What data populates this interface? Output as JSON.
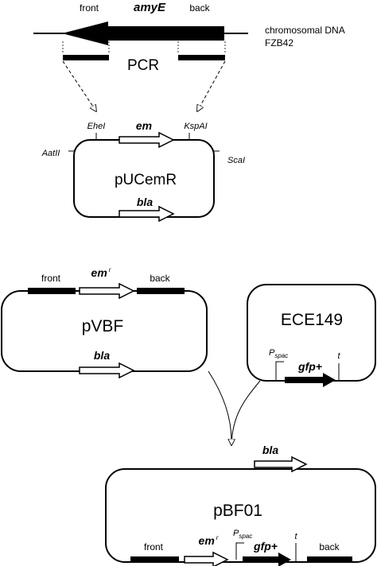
{
  "chromosome": {
    "gene": "amyE",
    "front": "front",
    "back": "back",
    "note_line1": "chromosomal DNA",
    "note_line2": "FZB42",
    "pcr": "PCR"
  },
  "pucemr": {
    "name": "pUCemR",
    "site_ehel": "EheI",
    "site_kspai": "KspAI",
    "site_aatii": "AatII",
    "site_scai": "ScaI",
    "gene_em": "em",
    "gene_bla": "bla"
  },
  "pvbf": {
    "name": "pVBF",
    "front": "front",
    "back": "back",
    "gene_em": "em",
    "em_sup": "r",
    "gene_bla": "bla"
  },
  "ece149": {
    "name": "ECE149",
    "promoter_p": "P",
    "promoter_sub": "spac",
    "gene_gfp": "gfp+",
    "terminator": "t"
  },
  "pbf01": {
    "name": "pBF01",
    "gene_bla": "bla",
    "front": "front",
    "gene_em": "em",
    "em_sup": "r",
    "promoter_p": "P",
    "promoter_sub": "spac",
    "gene_gfp": "gfp+",
    "terminator": "t",
    "back": "back"
  }
}
